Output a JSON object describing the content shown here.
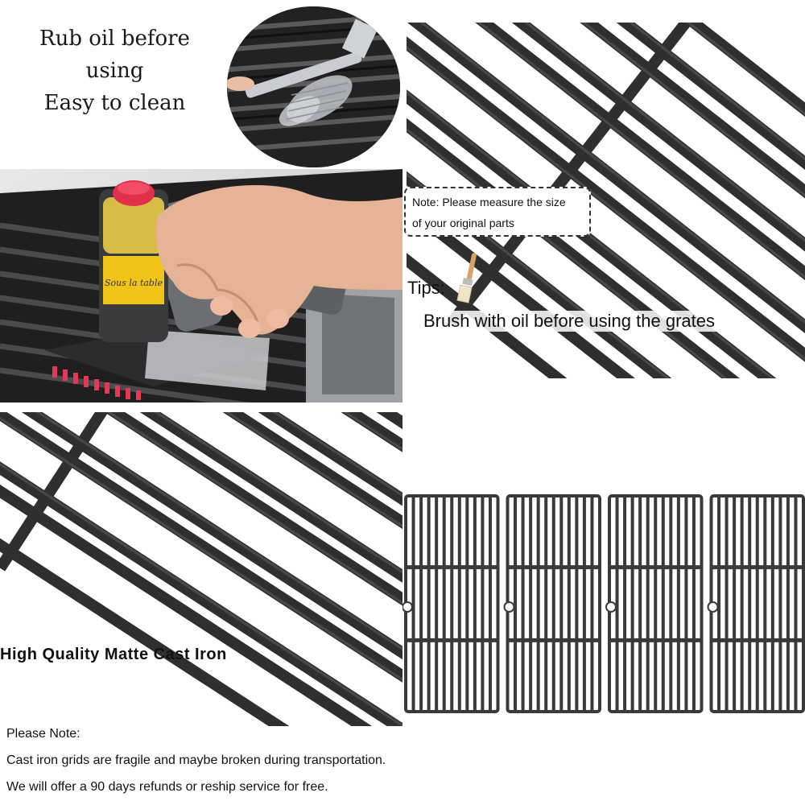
{
  "captions": {
    "rub_line1": "Rub oil before using",
    "rub_line2": "Easy to clean"
  },
  "photos": {
    "brush_on_grill": "grill-brush-photo",
    "cleaner_in_hand": "grill-cleaner-photo",
    "bottle_label": "Sous la table"
  },
  "note_box": {
    "line1": "Note: Please measure the size",
    "line2": "of your original parts"
  },
  "tips": {
    "label": "Tips:",
    "text": "Brush with oil before using the grates",
    "icon": "pastry-brush-icon"
  },
  "quality": {
    "heading": "High Quality Matte Cast Iron"
  },
  "please_note": {
    "title": "Please Note:",
    "line1": "Cast iron grids are fragile and maybe broken during transportation.",
    "line2": "We will offer a 90 days refunds or reship service for free."
  },
  "colors": {
    "cast_iron": "#3a3a3a",
    "cast_iron_edge": "#1e1e1e",
    "background": "#ffffff",
    "bottle_cap": "#e0304a",
    "bottle_label": "#f2c41a",
    "handle": "#6b6e72"
  },
  "grates": {
    "count": 4
  }
}
